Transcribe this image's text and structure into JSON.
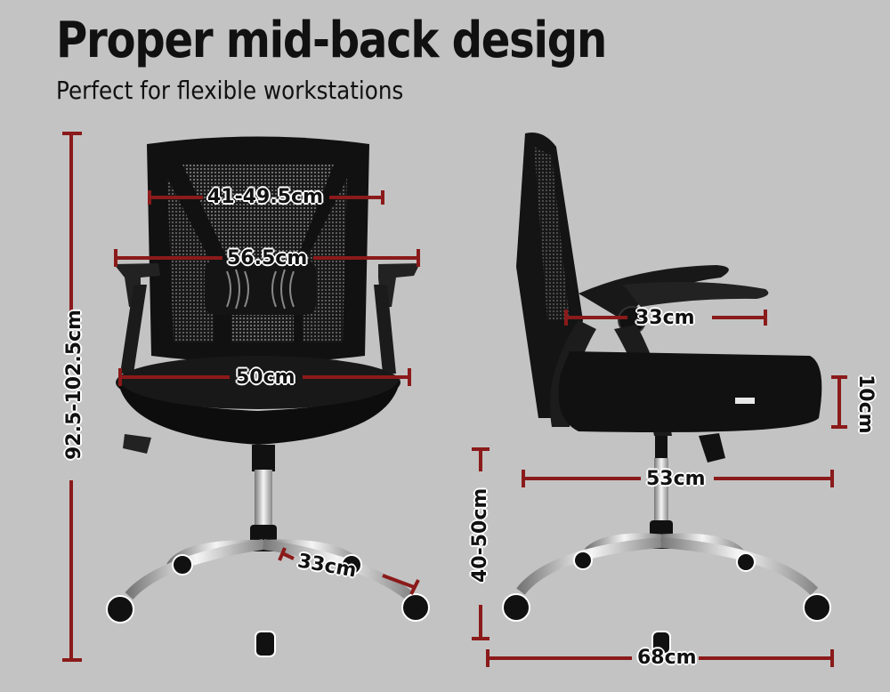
{
  "header": {
    "title": "Proper mid-back design",
    "subtitle": "Perfect for flexible workstations"
  },
  "colors": {
    "background": "#c3c3c3",
    "dimension_line": "#8b1a1a",
    "chair": "#111111",
    "chrome": "#d9d9d9"
  },
  "front_view": {
    "dimensions": {
      "total_height": "92.5-102.5cm",
      "backrest_width": "41-49.5cm",
      "armrest_span": "56.5cm",
      "seat_width": "50cm",
      "base_leg": "33cm"
    }
  },
  "side_view": {
    "dimensions": {
      "armrest_length": "33cm",
      "seat_thickness": "10cm",
      "seat_depth": "53cm",
      "seat_height": "40-50cm",
      "base_width": "68cm"
    }
  }
}
